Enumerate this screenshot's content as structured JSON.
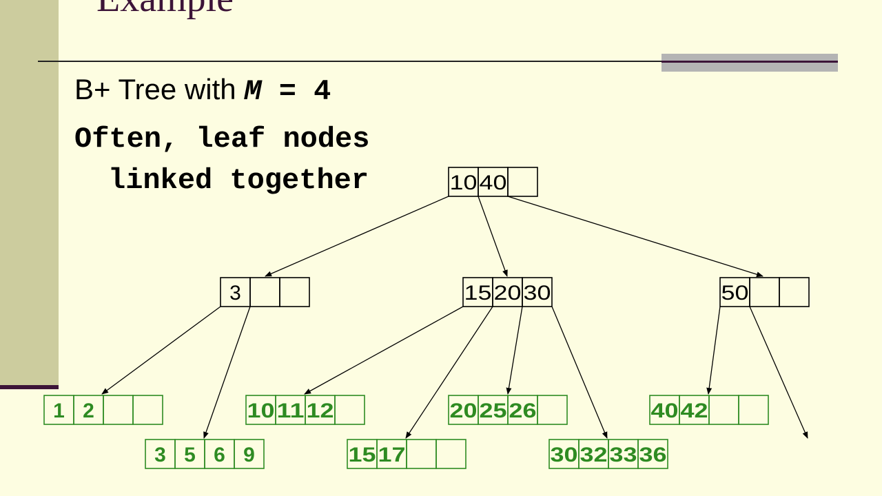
{
  "slide": {
    "title": "Example",
    "line1_prefix": "B+ Tree with ",
    "line1_var": "M",
    "line1_rest": " = 4",
    "line2": "Often, leaf nodes",
    "line3": "linked together"
  },
  "colors": {
    "background": "#fdfde1",
    "sidebar": "#cccc9e",
    "title": "#3c1438",
    "leaf": "#2e8b22",
    "internal": "#000000"
  },
  "tree": {
    "root": {
      "keys": [
        "10",
        "40",
        ""
      ]
    },
    "internal": [
      {
        "keys": [
          "3",
          "",
          ""
        ]
      },
      {
        "keys": [
          "15",
          "20",
          "30"
        ]
      },
      {
        "keys": [
          "50",
          "",
          ""
        ]
      }
    ],
    "leaves": [
      {
        "keys": [
          "1",
          "2",
          "",
          ""
        ]
      },
      {
        "keys": [
          "3",
          "5",
          "6",
          "9"
        ]
      },
      {
        "keys": [
          "10",
          "11",
          "12",
          ""
        ]
      },
      {
        "keys": [
          "15",
          "17",
          "",
          ""
        ]
      },
      {
        "keys": [
          "20",
          "25",
          "26",
          ""
        ]
      },
      {
        "keys": [
          "30",
          "32",
          "33",
          "36"
        ]
      },
      {
        "keys": [
          "40",
          "42",
          "",
          ""
        ]
      }
    ]
  }
}
